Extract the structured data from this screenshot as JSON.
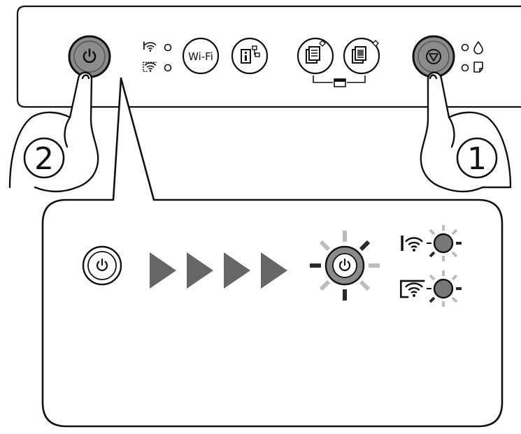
{
  "panel": {
    "wifi_button_label": "Wi-Fi"
  },
  "steps": {
    "step_one": "1",
    "step_two": "2"
  },
  "colors": {
    "stroke": "#111111",
    "button_fill": "#8c8c8c",
    "lamp_fill": "#777777",
    "light_ray": "#bdbdbd",
    "dark_ray": "#2a2a2a",
    "arrow": "#666666"
  },
  "icons": [
    "power-icon",
    "wifi-icon",
    "wifi-direct-icon",
    "info-network-icon",
    "copy-bw-icon",
    "copy-color-icon",
    "paper-icon",
    "stop-icon",
    "ink-drop-icon",
    "paper-error-icon",
    "pointing-hand-icon",
    "play-arrow-icon",
    "blinking-light-icon"
  ]
}
